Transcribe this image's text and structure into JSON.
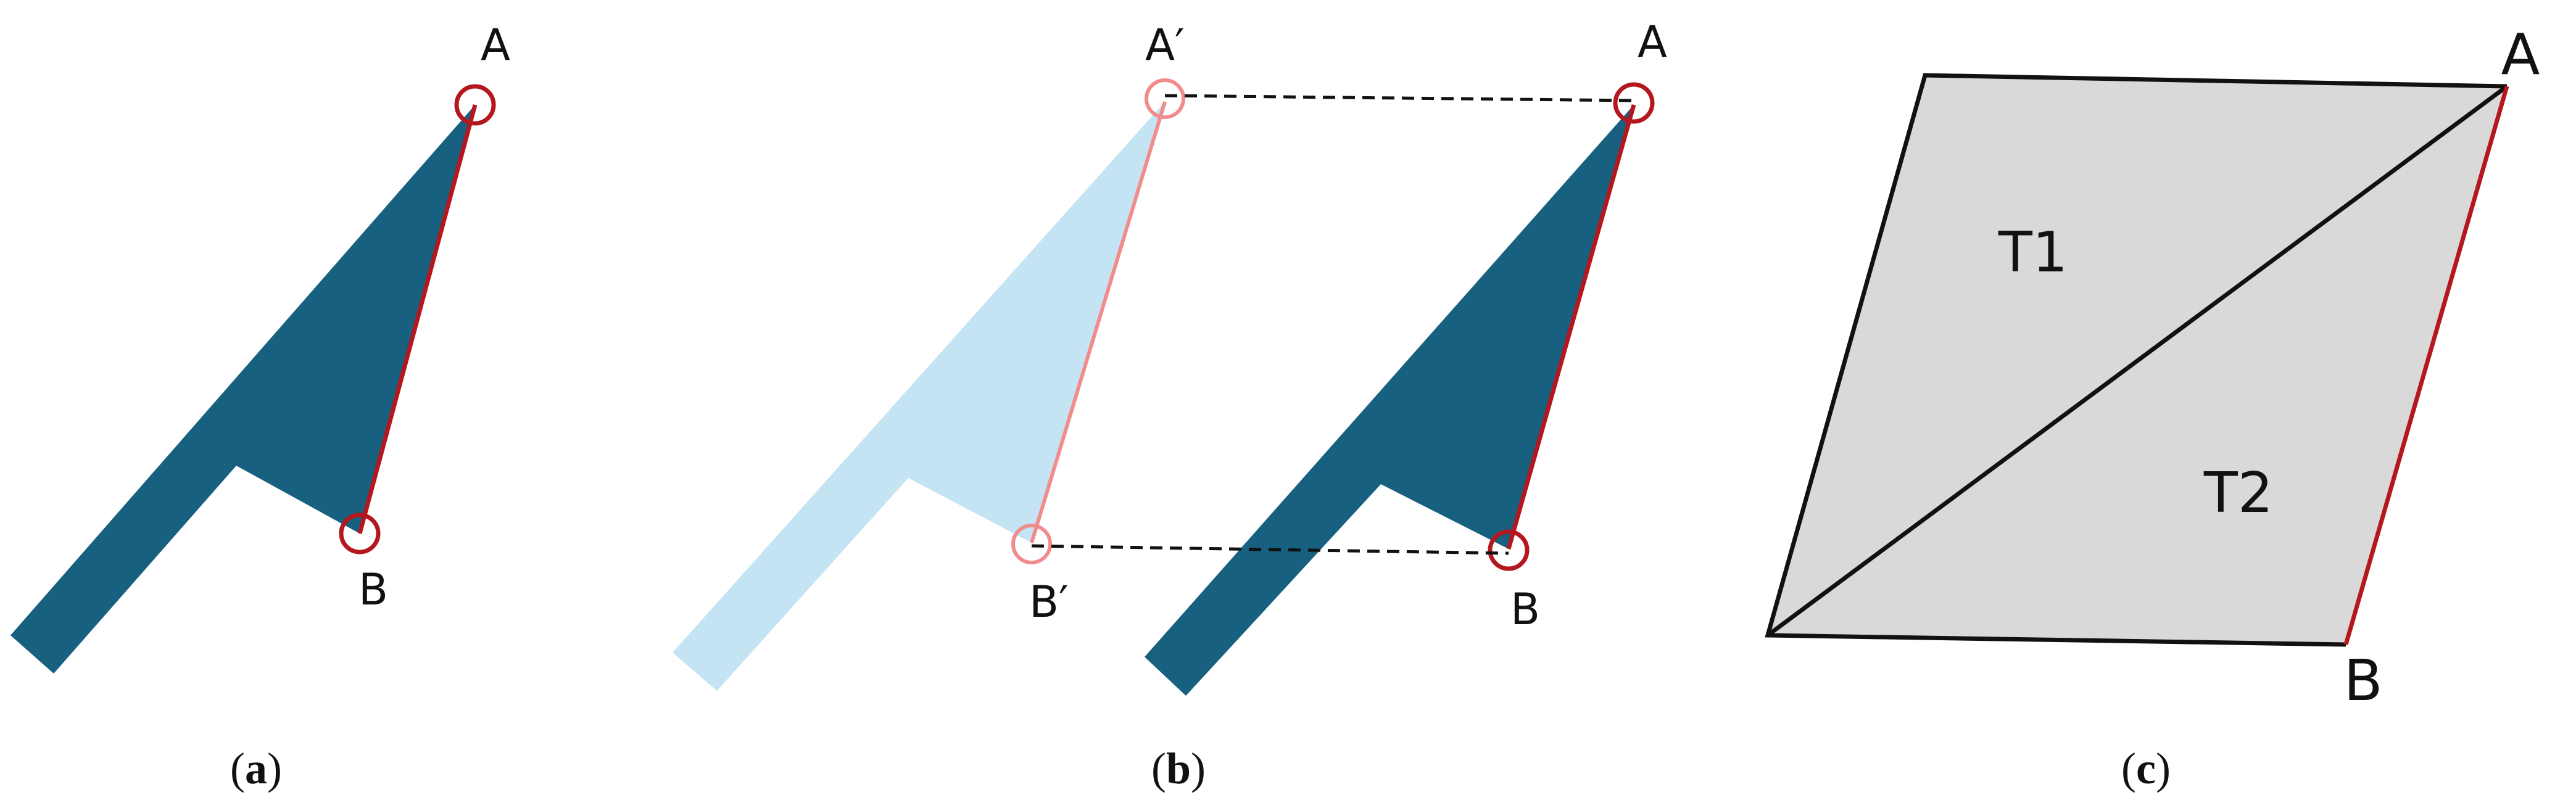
{
  "colors": {
    "dark_shape": "#17607F",
    "light_shape": "#C4E4F3",
    "edge_red": "#B5171E",
    "edge_pink": "#F28C8C",
    "gray_fill": "#D9D9D9",
    "outline": "#111111",
    "dash": "#111111"
  },
  "panel_a": {
    "point_a": "A",
    "point_b": "B",
    "caption_open": "(",
    "caption_letter": "a",
    "caption_close": ")"
  },
  "panel_b": {
    "point_a_prime": "A′",
    "point_b_prime": "B′",
    "point_a": "A",
    "point_b": "B",
    "caption_open": "(",
    "caption_letter": "b",
    "caption_close": ")"
  },
  "panel_c": {
    "point_a": "A",
    "point_b": "B",
    "triangle_1": "T1",
    "triangle_2": "T2",
    "caption_open": "(",
    "caption_letter": "c",
    "caption_close": ")"
  }
}
